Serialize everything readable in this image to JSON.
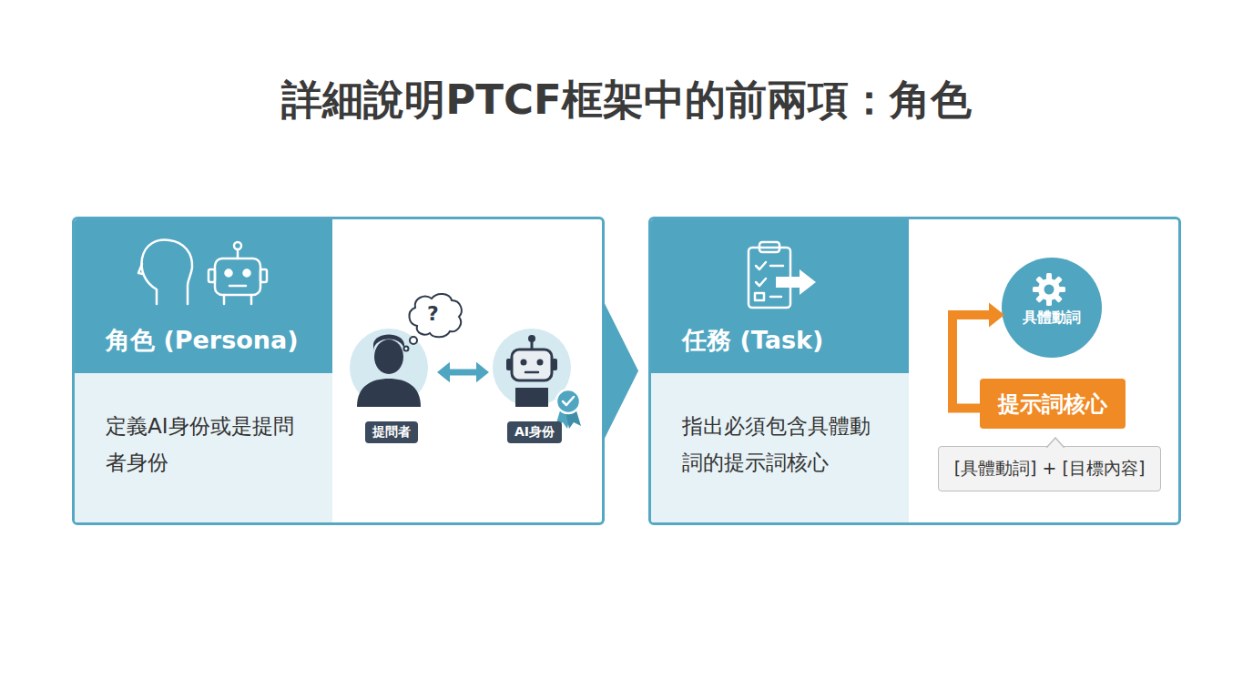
{
  "diagram": {
    "title": "詳細說明PTCF框架中的前兩項：角色",
    "nodes": [
      {
        "text": [
          "角色 (Persona)",
          "定義AI身份或是提問者身份"
        ]
      },
      {
        "text": [
          "提問者"
        ],
        "in": 0
      },
      {
        "text": [
          "AI身份"
        ],
        "in": 0
      },
      {
        "text": [
          "任務 (Task)",
          "指出必須包含具體動詞的提示詞核心"
        ]
      },
      {
        "text": [
          "具體動詞"
        ],
        "in": 3
      },
      {
        "text": [
          "提示詞核心"
        ],
        "in": 3
      },
      {
        "text": [
          "[具體動詞] + [目標內容]"
        ],
        "in": 3
      }
    ],
    "edges": [
      {
        "from": 0,
        "to": 3,
        "arrow": "to"
      },
      {
        "from": 1,
        "to": 2,
        "arrow": "both"
      },
      {
        "from": 5,
        "to": 4,
        "arrow": "to"
      }
    ],
    "labels": [
      "?"
    ]
  }
}
